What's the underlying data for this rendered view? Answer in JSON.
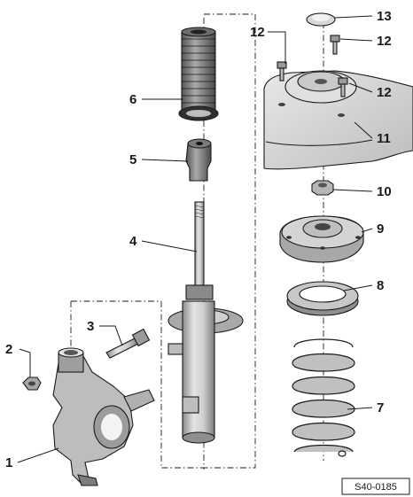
{
  "diagram": {
    "reference_code": "S40-0185",
    "callouts": {
      "p1": "1",
      "p2": "2",
      "p3": "3",
      "p4": "4",
      "p5": "5",
      "p6": "6",
      "p7": "7",
      "p8": "8",
      "p9": "9",
      "p10": "10",
      "p11": "11",
      "p12a": "12",
      "p12b": "12",
      "p12c": "12",
      "p13": "13"
    }
  }
}
